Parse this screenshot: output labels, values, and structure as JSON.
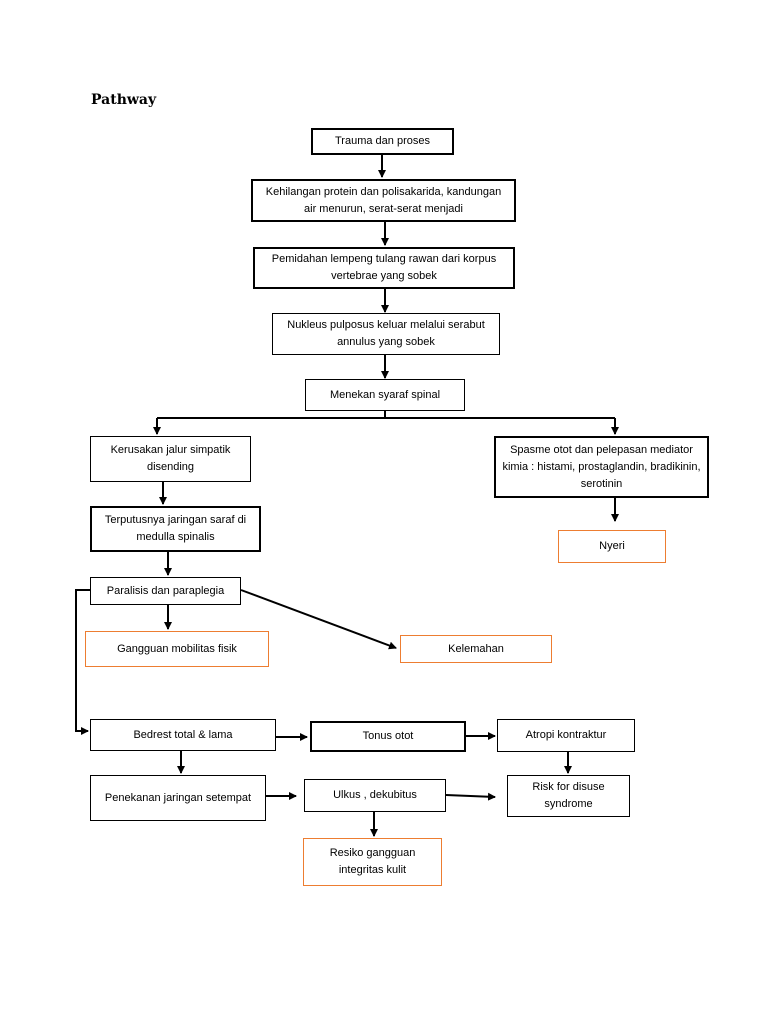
{
  "title": "Pathway",
  "colors": {
    "line": "#000000",
    "diagnosis_border": "#ED7D31"
  },
  "nodes": {
    "trauma": "Trauma dan proses",
    "kehilangan": "Kehilangan protein dan polisakarida, kandungan air menurun, serat-serat menjadi",
    "pemidahan": "Pemidahan lempeng tulang rawan dari korpus vertebrae yang sobek",
    "nukleus": "Nukleus pulposus keluar melalui serabut annulus yang sobek",
    "menekan": "Menekan syaraf spinal",
    "kerusakan": "Kerusakan jalur simpatik disending",
    "spasme": "Spasme otot dan pelepasan mediator kimia : histami, prostaglandin, bradikinin, serotinin",
    "nyeri": "Nyeri",
    "terputusnya": "Terputusnya jaringan saraf di medulla spinalis",
    "paralisis": "Paralisis dan paraplegia",
    "gangguan_mobilitas": "Gangguan mobilitas fisik",
    "kelemahan": "Kelemahan",
    "bedrest": "Bedrest total & lama",
    "tonus": "Tonus otot",
    "atropi": "Atropi kontraktur",
    "penekanan": "Penekanan jaringan setempat",
    "ulkus": "Ulkus , dekubitus",
    "risk": "Risk for disuse syndrome",
    "resiko": "Resiko gangguan integritas kulit"
  }
}
